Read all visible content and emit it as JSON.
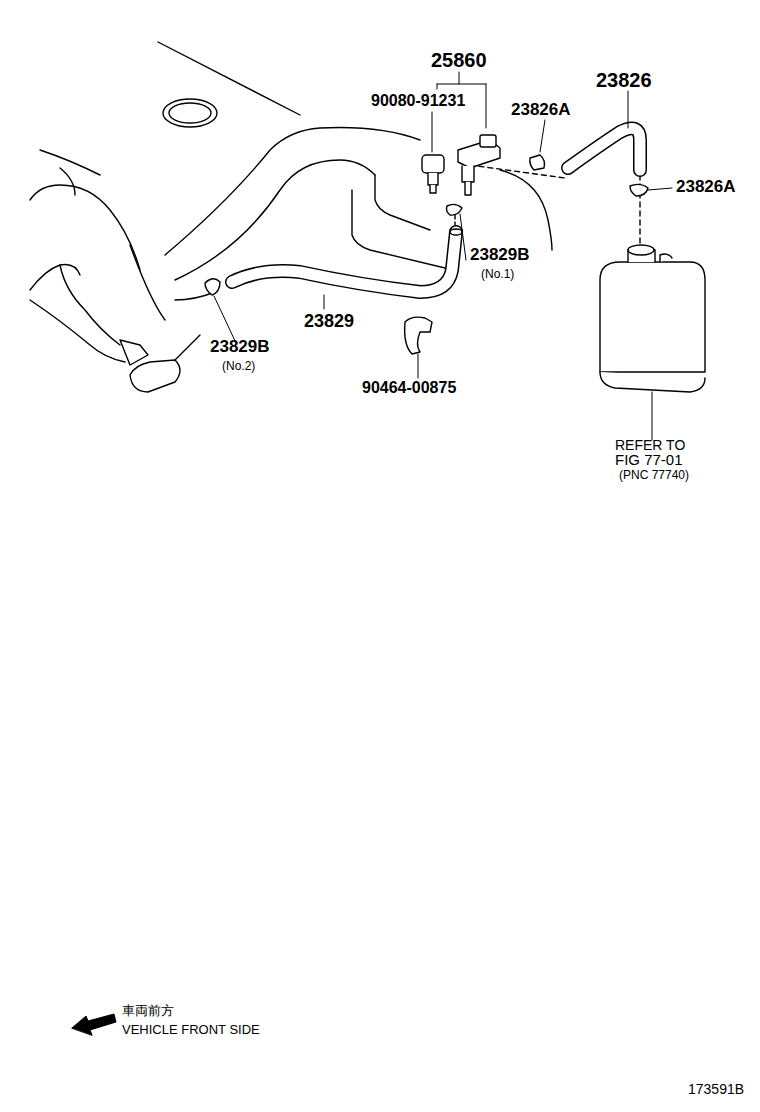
{
  "diagram": {
    "labels": [
      "25860",
      "90080-91231",
      "23826A",
      "23826",
      "23826A",
      "23829B",
      "(No.1)",
      "23829",
      "23829B",
      "(No.2)",
      "90464-00875",
      "REFER TO",
      "FIG 77-01",
      "(PNC 77740)",
      "車両前方",
      "VEHICLE FRONT SIDE",
      "173591B"
    ]
  }
}
